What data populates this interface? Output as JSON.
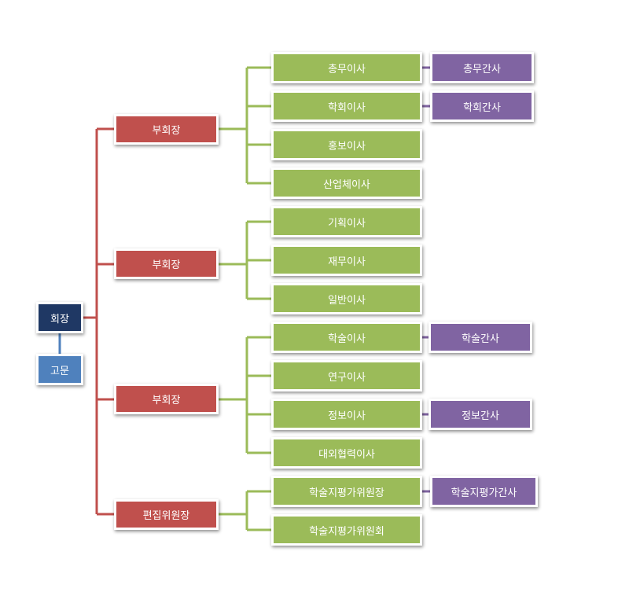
{
  "root": {
    "president": "회장",
    "advisor": "고문"
  },
  "branches": [
    {
      "head": "부회장",
      "members": [
        {
          "label": "총무이사",
          "assistant": "총무간사"
        },
        {
          "label": "학회이사",
          "assistant": "학회간사"
        },
        {
          "label": "홍보이사"
        },
        {
          "label": "산업체이사"
        }
      ]
    },
    {
      "head": "부회장",
      "members": [
        {
          "label": "기획이사"
        },
        {
          "label": "재무이사"
        },
        {
          "label": "일반이사"
        }
      ]
    },
    {
      "head": "부회장",
      "members": [
        {
          "label": "학술이사",
          "assistant": "학술간사"
        },
        {
          "label": "연구이사"
        },
        {
          "label": "정보이사",
          "assistant": "정보간사"
        },
        {
          "label": "대외협력이사"
        }
      ]
    },
    {
      "head": "편집위원장",
      "members": [
        {
          "label": "학술지평가위원장",
          "assistant": "학술지평가간사"
        },
        {
          "label": "학술지평가위원회"
        }
      ]
    }
  ],
  "colors": {
    "president": "#1f3864",
    "advisor": "#4f81bd",
    "head": "#c0504d",
    "member": "#9bbb59",
    "assistant": "#8064a2"
  }
}
